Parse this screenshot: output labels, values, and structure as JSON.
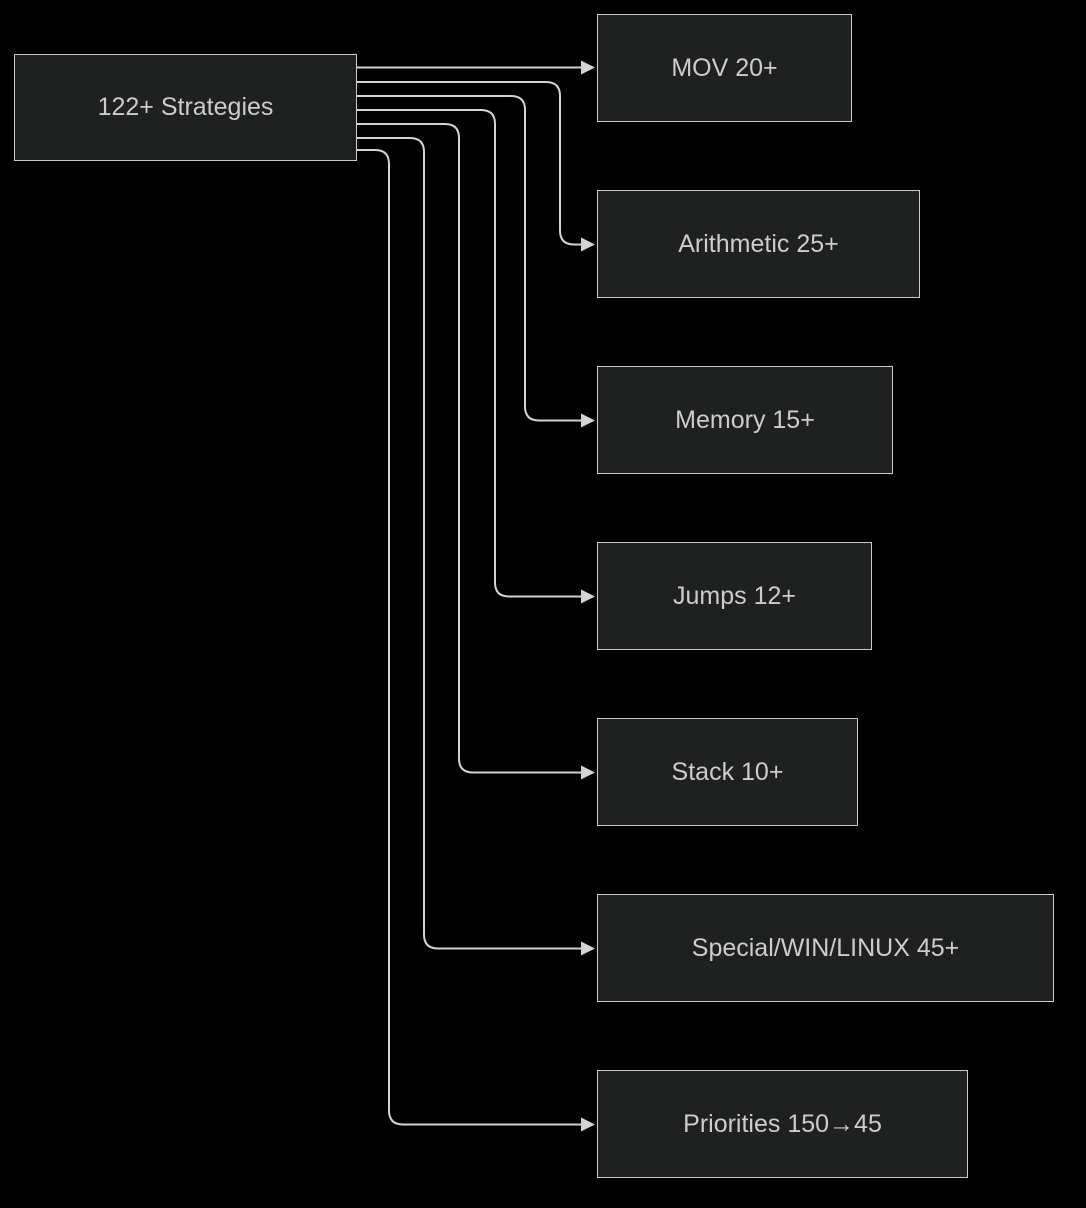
{
  "diagram": {
    "type": "flowchart",
    "direction": "left-to-right",
    "colors": {
      "background": "#000000",
      "node_fill": "#1f2020",
      "node_border": "#c9c9c9",
      "node_text": "#cccccc",
      "edge_line": "#d3d3d3",
      "arrowhead": "#d3d3d3"
    },
    "source": {
      "label": "122+ Strategies"
    },
    "targets": [
      {
        "label": "MOV 20+"
      },
      {
        "label": "Arithmetic 25+"
      },
      {
        "label": "Memory 15+"
      },
      {
        "label": "Jumps 12+"
      },
      {
        "label": "Stack 10+"
      },
      {
        "label": "Special/WIN/LINUX 45+"
      },
      {
        "label": "Priorities 150→45"
      }
    ],
    "edges": [
      {
        "from": "122+ Strategies",
        "to": "MOV 20+"
      },
      {
        "from": "122+ Strategies",
        "to": "Arithmetic 25+"
      },
      {
        "from": "122+ Strategies",
        "to": "Memory 15+"
      },
      {
        "from": "122+ Strategies",
        "to": "Jumps 12+"
      },
      {
        "from": "122+ Strategies",
        "to": "Stack 10+"
      },
      {
        "from": "122+ Strategies",
        "to": "Special/WIN/LINUX 45+"
      },
      {
        "from": "122+ Strategies",
        "to": "Priorities 150→45"
      }
    ]
  }
}
